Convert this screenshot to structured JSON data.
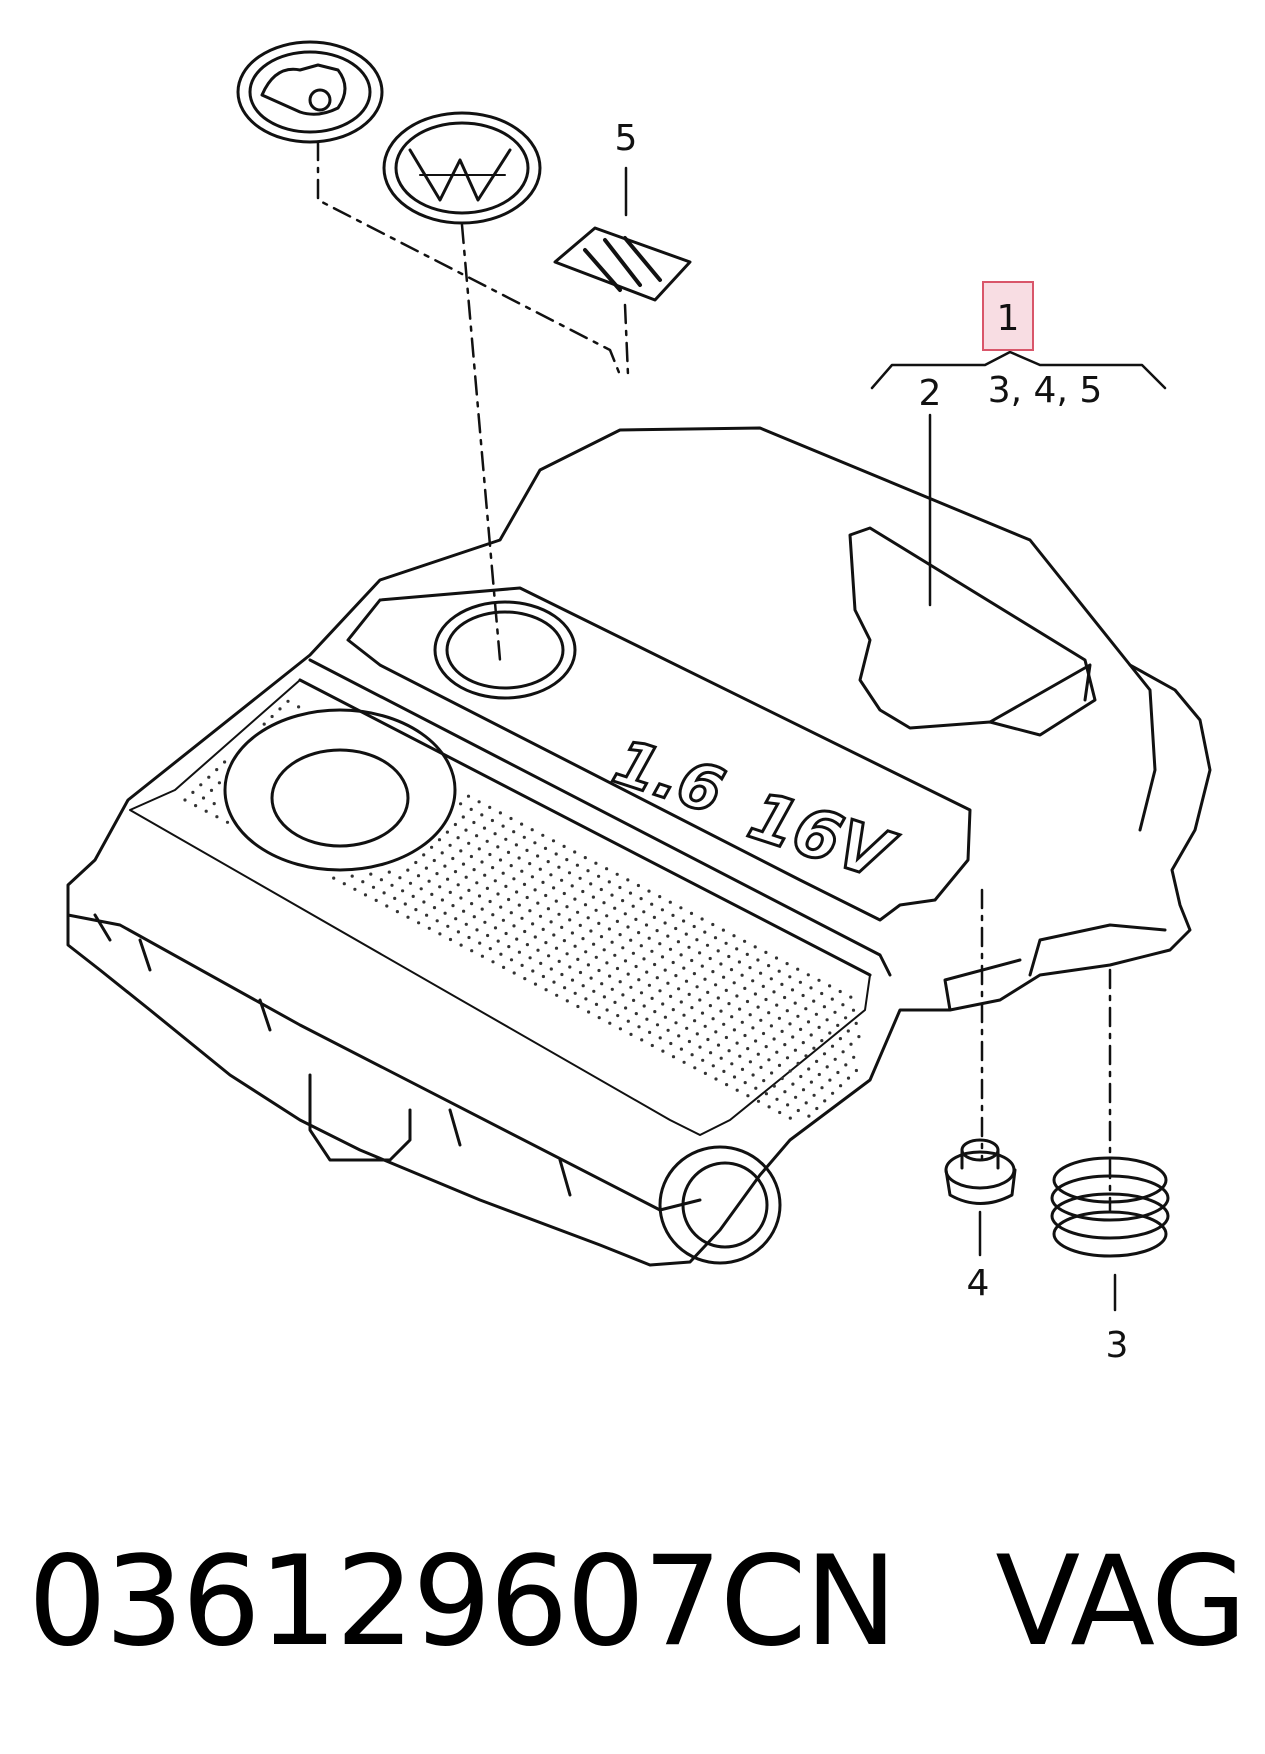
{
  "diagram": {
    "callouts": {
      "c1": "1",
      "c2": "2",
      "c345": "3, 4, 5",
      "c3": "3",
      "c4": "4",
      "c5": "5"
    },
    "engraving": {
      "displacement": "1.6",
      "valves": "16V"
    },
    "highlight_color": "#d9566a"
  },
  "footer": {
    "part_number": "036129607CN",
    "brand": "VAG"
  }
}
